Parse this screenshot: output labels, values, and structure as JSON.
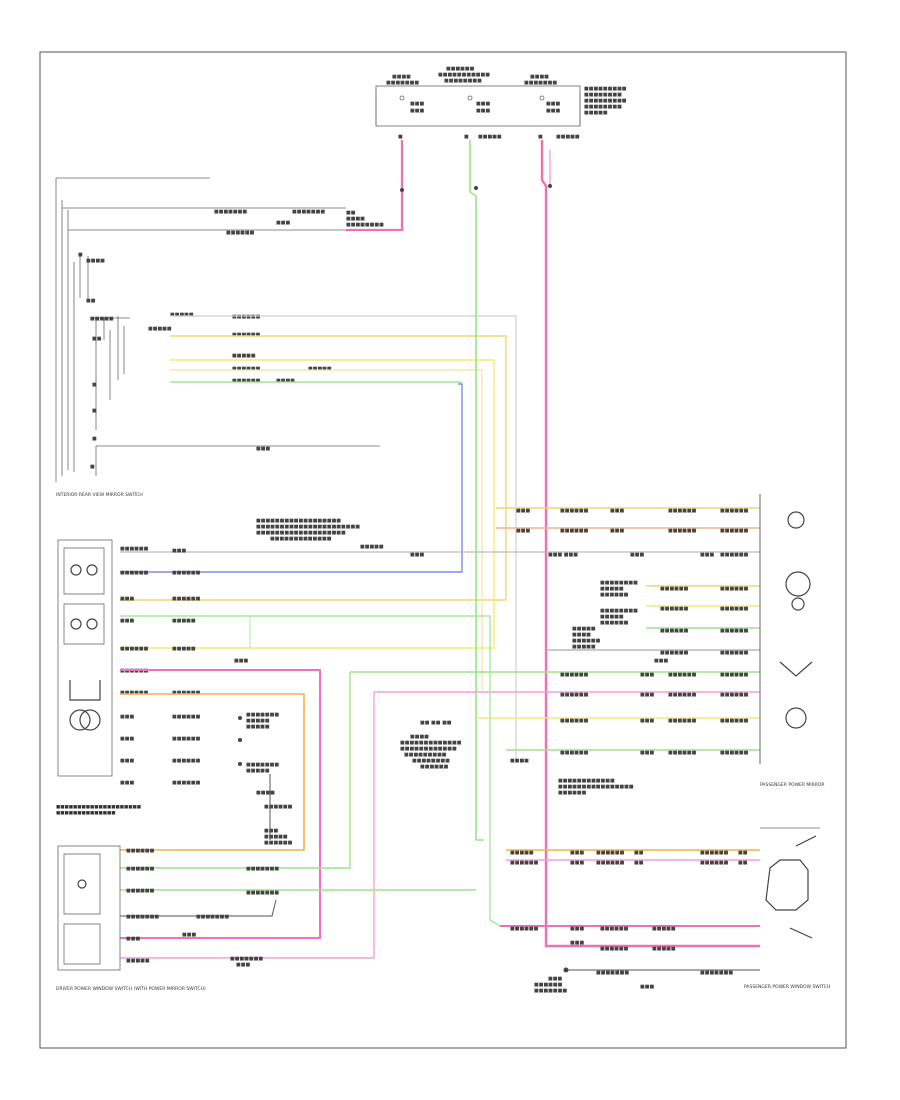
{
  "diagram": {
    "title": "",
    "footer_code": "",
    "components": {
      "fuse_box": {
        "name": ""
      },
      "interior_rear_view_mirror_switch": {
        "name": "INTERIOR REAR VIEW MIRROR SWITCH"
      },
      "driver_power_mirror": {
        "name": ""
      },
      "driver_power_window_switch": {
        "name": "DRIVER POWER WINDOW SWITCH (WITH POWER MIRROR SWITCH)"
      },
      "passenger_power_mirror": {
        "name": "PASSENGER POWER MIRROR"
      },
      "passenger_power_window_switch": {
        "name": "PASSENGER POWER WINDOW SWITCH"
      }
    }
  }
}
